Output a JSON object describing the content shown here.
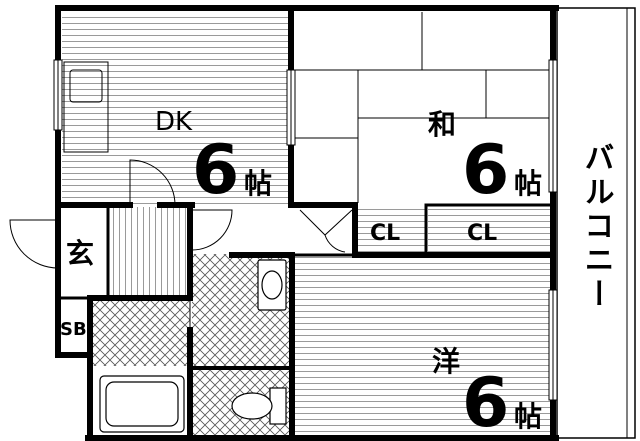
{
  "rooms": {
    "dk": {
      "name": "DK",
      "size": "6",
      "unit": "帖"
    },
    "washitsu": {
      "name": "和",
      "size": "6",
      "unit": "帖"
    },
    "youshitsu": {
      "name": "洋",
      "size": "6",
      "unit": "帖"
    }
  },
  "labels": {
    "entrance": "玄",
    "shoe_box": "SB",
    "closet_1": "CL",
    "closet_2": "CL",
    "balcony": "バルコニー"
  },
  "colors": {
    "wall": "#000000",
    "floor_lines": "#9a9a9a",
    "tile_lines": "#555555",
    "background": "#ffffff"
  }
}
